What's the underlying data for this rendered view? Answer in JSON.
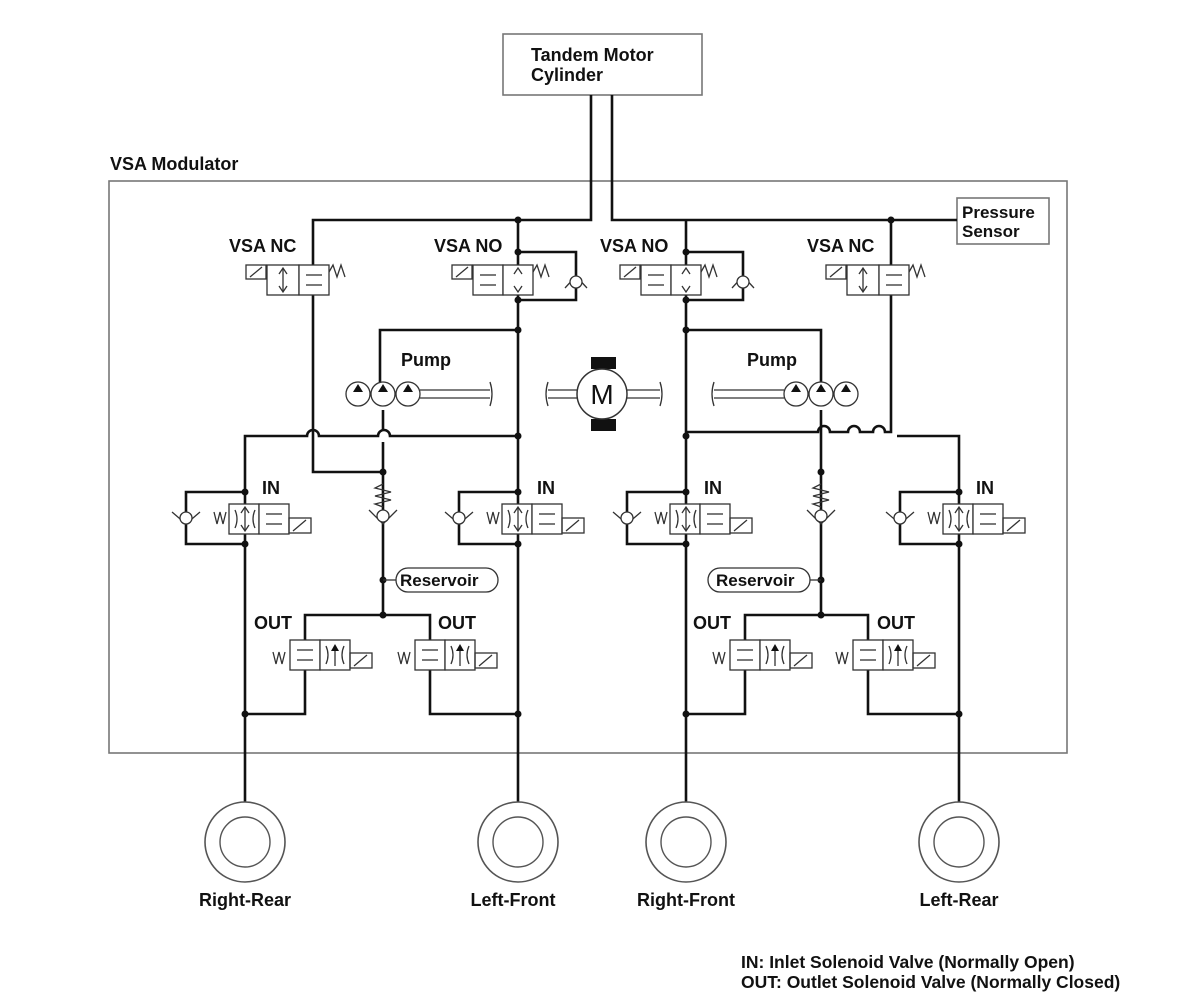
{
  "title_box": {
    "line1": "Tandem Motor",
    "line2": "Cylinder"
  },
  "modulator_label": "VSA Modulator",
  "pressure_sensor": {
    "line1": "Pressure",
    "line2": "Sensor"
  },
  "valve_labels": {
    "vsa_nc": "VSA NC",
    "vsa_no": "VSA NO",
    "inlet": "IN",
    "outlet": "OUT"
  },
  "pump_label": "Pump",
  "motor_label": "M",
  "reservoir_label": "Reservoir",
  "wheels": {
    "right_rear": "Right-Rear",
    "left_front": "Left-Front",
    "right_front": "Right-Front",
    "left_rear": "Left-Rear"
  },
  "legend": {
    "in_note": "IN: Inlet Solenoid Valve (Normally Open)",
    "out_note": "OUT: Outlet Solenoid Valve (Normally Closed)"
  }
}
